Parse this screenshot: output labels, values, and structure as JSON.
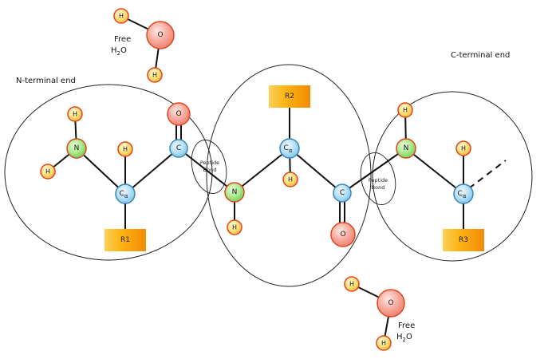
{
  "labels": {
    "n_terminal": "N-terminal end",
    "c_terminal": "C-terminal end",
    "free_water": "Free",
    "h2o_h": "H",
    "h2o_sub": "2",
    "h2o_o": "O",
    "peptide_1": "Peptide",
    "peptide_2": "Bond"
  },
  "atoms": {
    "H": "H",
    "O": "O",
    "N": "N",
    "C": "C",
    "Ca_main": "C",
    "Ca_sub": "α"
  },
  "groups": {
    "r1": "R1",
    "r2": "R2",
    "r3": "R3"
  },
  "colors": {
    "hydrogen": "#f5a623",
    "oxygen": "#f07b6b",
    "nitrogen": "#7bd86a",
    "carbon": "#8fd0f0",
    "r_group": "#fbb016"
  }
}
